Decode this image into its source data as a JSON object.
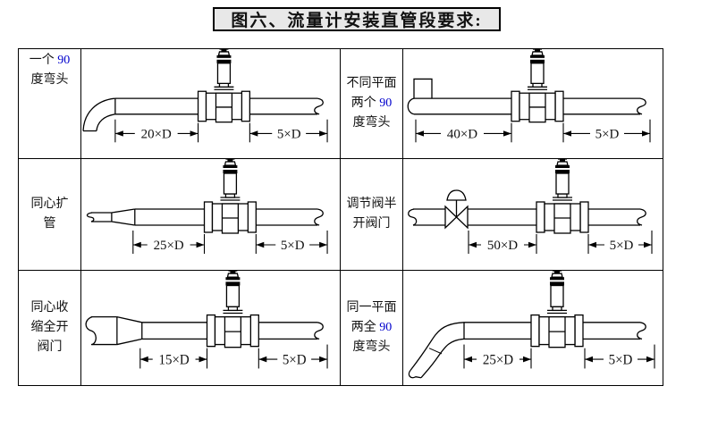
{
  "title": "图六、流量计安装直管段要求:",
  "colors": {
    "accent_blue": "#0000cc",
    "title_bg": "#e8e8e8",
    "line": "#000000"
  },
  "cells": [
    {
      "id": "one-90-elbow",
      "label": {
        "pre": "一个 ",
        "num": "90",
        "post": " 度弯头"
      },
      "dims": {
        "upstream": "20×D",
        "downstream": "5×D"
      }
    },
    {
      "id": "two-90-elbows-different-planes",
      "label": {
        "pre": "不同平面两个 ",
        "num": "90",
        "post": " 度弯头"
      },
      "dims": {
        "upstream": "40×D",
        "downstream": "5×D"
      }
    },
    {
      "id": "concentric-expander",
      "label": {
        "pre": "同心扩管",
        "num": "",
        "post": ""
      },
      "dims": {
        "upstream": "25×D",
        "downstream": "5×D"
      }
    },
    {
      "id": "half-open-regulating-valve",
      "label": {
        "pre": "调节阀半开阀门",
        "num": "",
        "post": ""
      },
      "dims": {
        "upstream": "50×D",
        "downstream": "5×D"
      }
    },
    {
      "id": "concentric-reducer-full-open-valve",
      "label": {
        "pre": "同心收缩全开阀门",
        "num": "",
        "post": ""
      },
      "dims": {
        "upstream": "15×D",
        "downstream": "5×D"
      }
    },
    {
      "id": "two-90-elbows-same-plane",
      "label": {
        "pre": "同一平面两全 ",
        "num": "90",
        "post": " 度弯头"
      },
      "dims": {
        "upstream": "25×D",
        "downstream": "5×D"
      }
    }
  ]
}
